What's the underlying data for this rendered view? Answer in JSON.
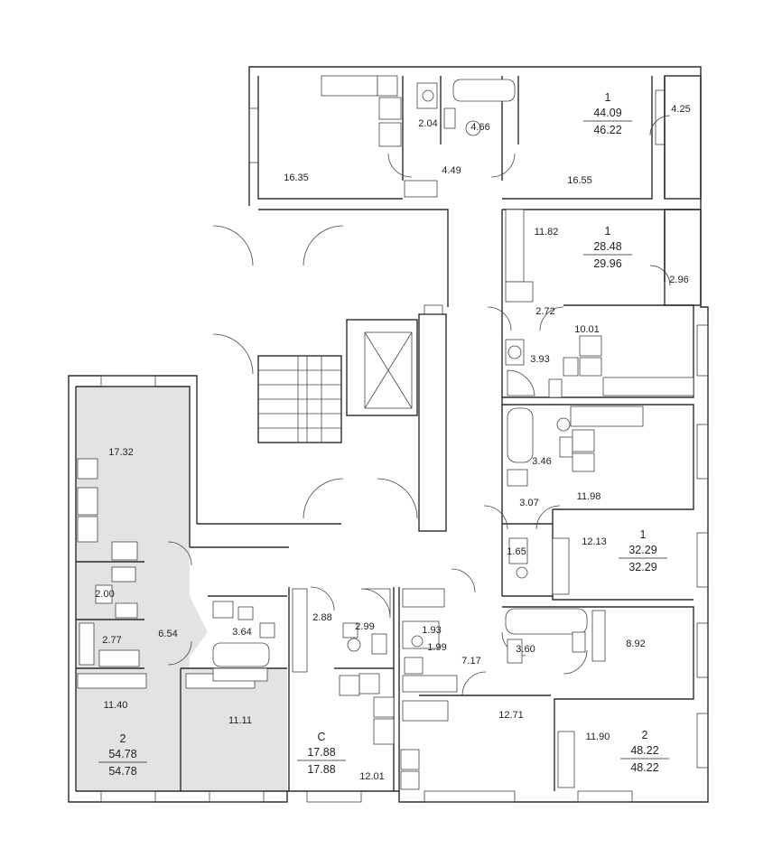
{
  "apartments": [
    {
      "id": "a1top",
      "rooms": "1",
      "area_living": "44.09",
      "area_total": "46.22"
    },
    {
      "id": "a1mid",
      "rooms": "1",
      "area_living": "28.48",
      "area_total": "29.96"
    },
    {
      "id": "a1low",
      "rooms": "1",
      "area_living": "32.29",
      "area_total": "32.29"
    },
    {
      "id": "a2left",
      "rooms": "2",
      "area_living": "54.78",
      "area_total": "54.78"
    },
    {
      "id": "aC",
      "rooms": "С",
      "area_living": "17.88",
      "area_total": "17.88"
    },
    {
      "id": "a2right",
      "rooms": "2",
      "area_living": "48.22",
      "area_total": "48.22"
    }
  ],
  "rooms": [
    {
      "id": "r1",
      "label": "16.35"
    },
    {
      "id": "r2",
      "label": "2.04"
    },
    {
      "id": "r3",
      "label": "4.66"
    },
    {
      "id": "r4",
      "label": "4.49"
    },
    {
      "id": "r5",
      "label": "16.55"
    },
    {
      "id": "r6",
      "label": "4.25"
    },
    {
      "id": "r7",
      "label": "11.82"
    },
    {
      "id": "r8",
      "label": "2.96"
    },
    {
      "id": "r9",
      "label": "2.72"
    },
    {
      "id": "r10",
      "label": "10.01"
    },
    {
      "id": "r11",
      "label": "3.93"
    },
    {
      "id": "r12",
      "label": "3.46"
    },
    {
      "id": "r13",
      "label": "3.07"
    },
    {
      "id": "r14",
      "label": "11.98"
    },
    {
      "id": "r15",
      "label": "12.13"
    },
    {
      "id": "r16",
      "label": "1.65"
    },
    {
      "id": "r17",
      "label": "17.32"
    },
    {
      "id": "r18",
      "label": "2.00"
    },
    {
      "id": "r19",
      "label": "6.54"
    },
    {
      "id": "r20",
      "label": "2.77"
    },
    {
      "id": "r21",
      "label": "3.64"
    },
    {
      "id": "r22",
      "label": "11.40"
    },
    {
      "id": "r23",
      "label": "11.11"
    },
    {
      "id": "r24",
      "label": "2.88"
    },
    {
      "id": "r25",
      "label": "2.99"
    },
    {
      "id": "r26",
      "label": "1.93"
    },
    {
      "id": "r27",
      "label": "1.99"
    },
    {
      "id": "r28",
      "label": "7.17"
    },
    {
      "id": "r29",
      "label": "3.60"
    },
    {
      "id": "r30",
      "label": "8.92"
    },
    {
      "id": "r31",
      "label": "12.71"
    },
    {
      "id": "r32",
      "label": "11.90"
    },
    {
      "id": "r33",
      "label": "12.01"
    }
  ]
}
